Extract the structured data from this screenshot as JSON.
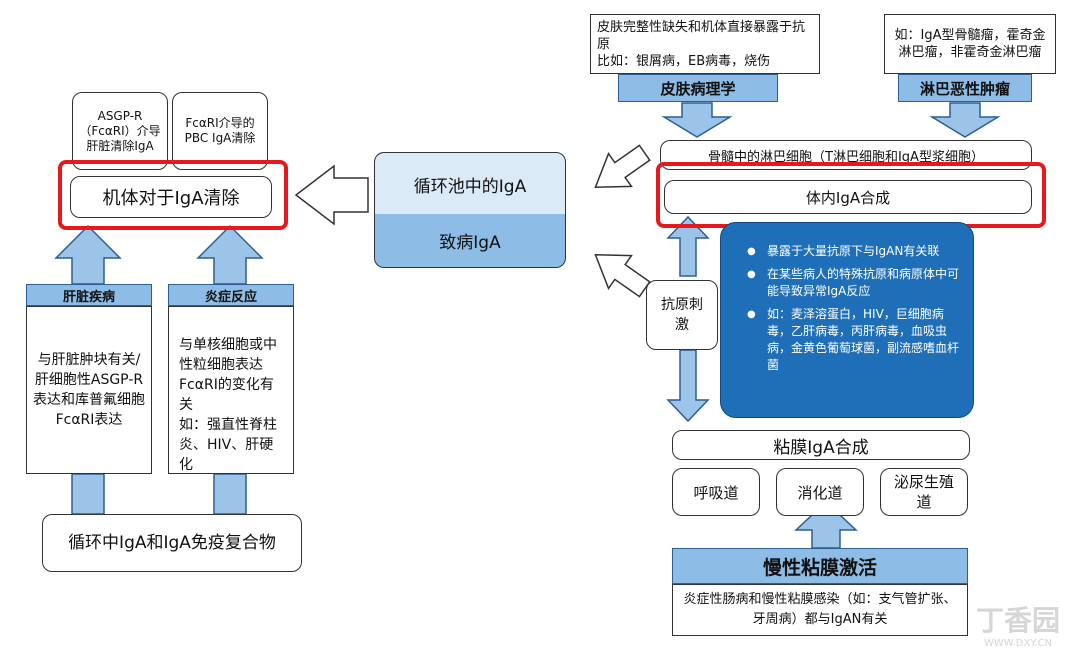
{
  "skin_cause": "皮肤完整性缺失和机体直接暴露于抗原\n比如：银屑病，EB病毒，烧伤",
  "skin_pathology": "皮肤病理学",
  "lymphoma_example": "如：IgA型骨髓瘤，霍奇金淋巴瘤，非霍奇金淋巴瘤",
  "lymphoma": "淋巴恶性肿瘤",
  "bone_marrow": "骨髓中的淋巴细胞（T淋巴细胞和IgA型浆细胞）",
  "in_vivo_iga": "体内IgA合成",
  "circulating_iga": "循环池中的IgA",
  "pathogenic_iga": "致病IgA",
  "clearance": "机体对于IgA清除",
  "asgpr": "ASGP-R（FcαRI）介导肝脏清除IgA",
  "fcari_pbc": "FcαRI介导的PBC IgA清除",
  "liver_disease": "肝脏疾病",
  "liver_text": "与肝脏肿块有关/肝细胞性ASGP-R表达和库普氟细胞FcαRI表达",
  "inflammation": "炎症反应",
  "inflammation_text": "与单核细胞或中性粒细胞表达FcαRI的变化有关\n如：强直性脊柱炎、HIV、肝硬化",
  "immune_complex": "循环中IgA和IgA免疫复合物",
  "antigen_stim": "抗原刺激",
  "bullets": [
    "暴露于大量抗原下与IgAN有关联",
    "在某些病人的特殊抗原和病原体中可能导致异常IgA反应",
    "如：麦泽溶蛋白，HIV，巨细胞病毒，乙肝病毒，丙肝病毒，血吸虫病，金黄色葡萄球菌，副流感嗜血杆菌"
  ],
  "mucosal_iga": "粘膜IgA合成",
  "respiratory": "呼吸道",
  "digestive": "消化道",
  "urogenital": "泌尿生殖道",
  "chronic_activation": "慢性粘膜激活",
  "chronic_text": "炎症性肠病和慢性粘膜感染（如：支气管扩张、牙周病）都与IgAN有关",
  "watermark": "丁香园",
  "watermark_url": "WWW.DXY.CN",
  "colors": {
    "highlight_red": "#e8191c",
    "bar_blue": "#8dbde6",
    "panel_blue": "#1f6fb8"
  }
}
